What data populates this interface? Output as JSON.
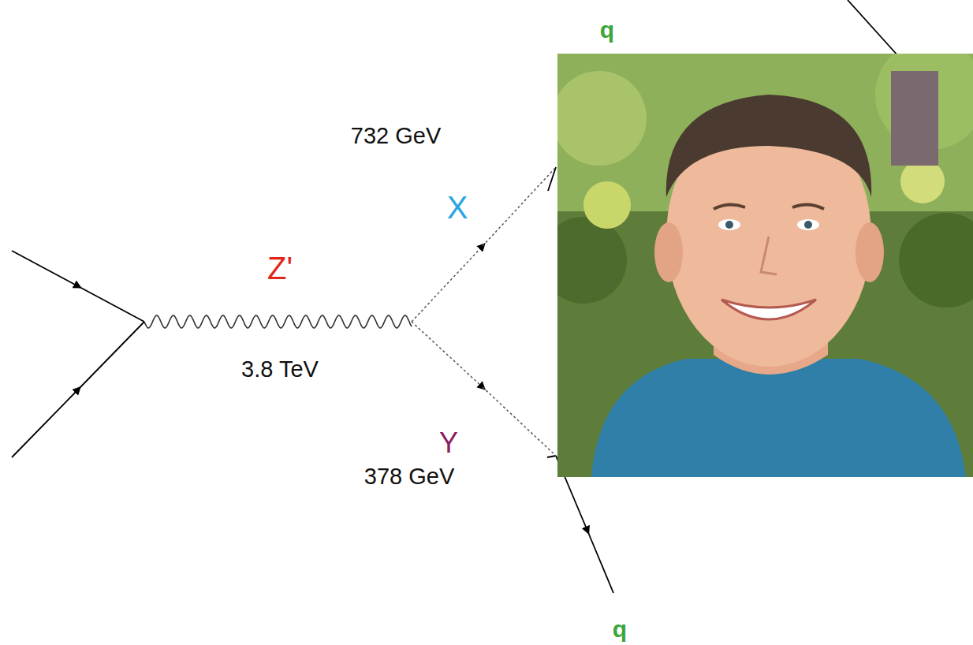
{
  "diagram": {
    "labels": [
      "q",
      "732 GeV",
      "X",
      "Z'",
      "3.8 TeV",
      "Y",
      "378 GeV",
      "q"
    ]
  }
}
